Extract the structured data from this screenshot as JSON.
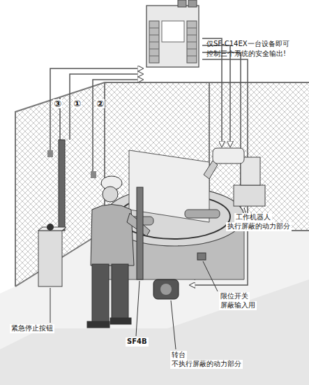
{
  "diagram": {
    "labels": [
      "仅SF-C14EX一台设备即可 控制三个系统的安全输出!",
      "③",
      "①",
      "②",
      "工作机器人",
      "执行屏蔽的动力部分",
      "限位开关",
      "屏蔽输入用",
      "紧急停止按钮",
      "SF4B",
      "转台",
      "不执行屏蔽的动力部分"
    ]
  }
}
